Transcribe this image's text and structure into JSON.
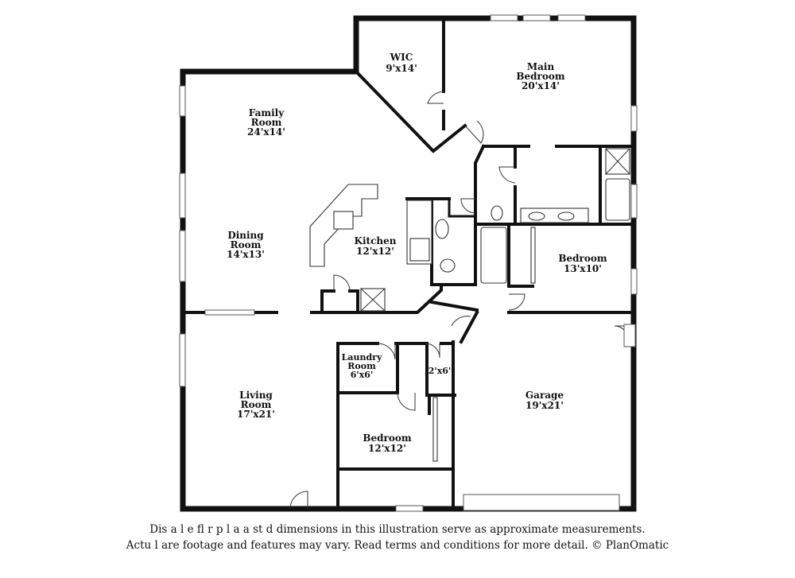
{
  "rooms": {
    "wic": {
      "name": "WIC",
      "size": "9'x14'"
    },
    "main_bedroom": {
      "name_line1": "Main",
      "name_line2": "Bedroom",
      "size": "20'x14'"
    },
    "family_room": {
      "name_line1": "Family",
      "name_line2": "Room",
      "size": "24'x14'"
    },
    "dining_room": {
      "name_line1": "Dining",
      "name_line2": "Room",
      "size": "14'x13'"
    },
    "kitchen": {
      "name": "Kitchen",
      "size": "12'x12'"
    },
    "bedroom_east": {
      "name": "Bedroom",
      "size": "13'x10'"
    },
    "laundry_room": {
      "name_line1": "Laundry",
      "name_line2": "Room",
      "size": "6'x6'"
    },
    "closet": {
      "size": "2'x6'"
    },
    "garage": {
      "name": "Garage",
      "size": "19'x21'"
    },
    "living_room": {
      "name_line1": "Living",
      "name_line2": "Room",
      "size": "17'x21'"
    },
    "bedroom_south": {
      "name": "Bedroom",
      "size": "12'x12'"
    }
  },
  "disclaimer": {
    "line1": "Dis   a      l e fl   r p l a  a      st  d dimensions in this illustration serve as approximate measurements.",
    "line2": "Actu    l   are footage and features may vary. Read terms and conditions for more detail. © PlanOmatic"
  }
}
